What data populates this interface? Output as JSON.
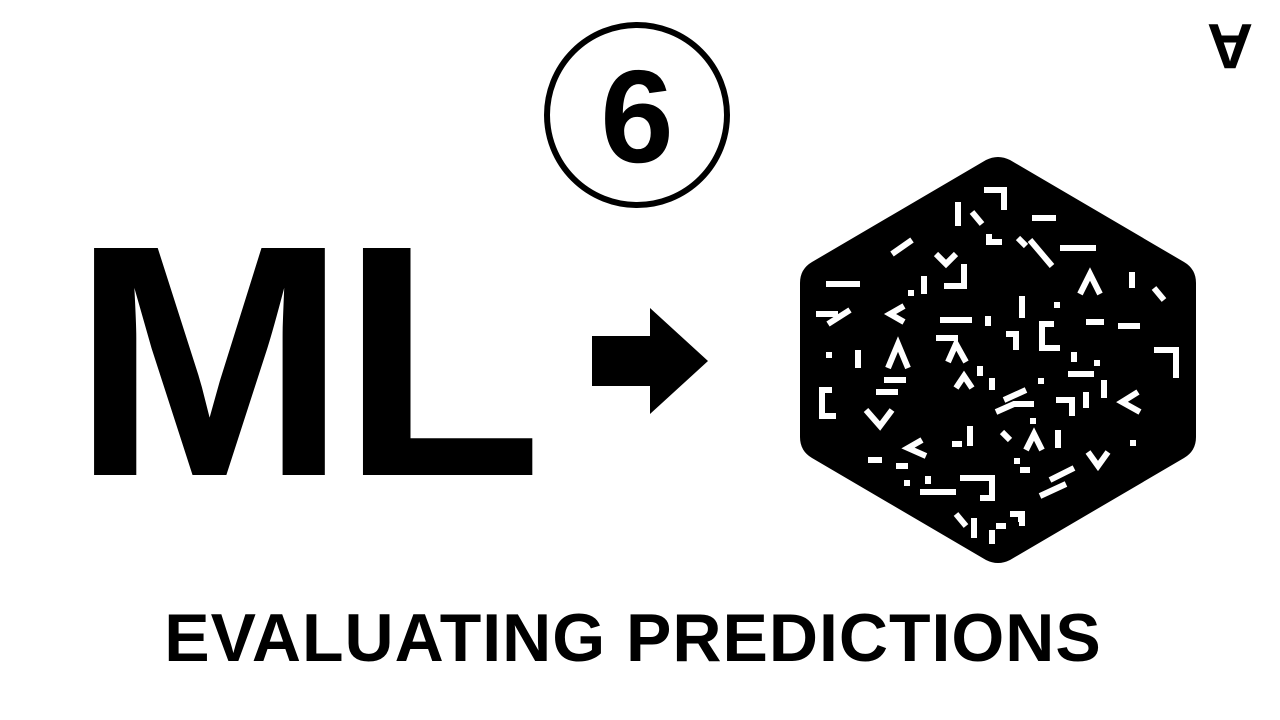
{
  "brand": {
    "mark": "A"
  },
  "badge": {
    "number": "6"
  },
  "main": {
    "title": "ML",
    "subtitle": "EVALUATING PREDICTIONS"
  },
  "icons": {
    "arrow": "right-arrow-icon",
    "hexagon": "hexagon-glyph-pattern-icon"
  },
  "colors": {
    "background": "#ffffff",
    "foreground": "#000000"
  }
}
